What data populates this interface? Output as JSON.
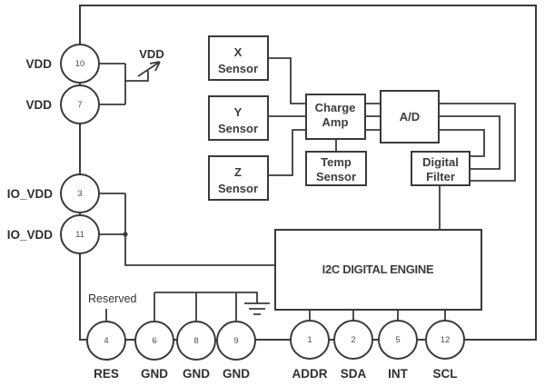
{
  "diagram": {
    "title_hidden": "",
    "colors": {
      "line": "#3a3a3a",
      "text": "#333333",
      "pin_num": "#4f4f4f",
      "background": "#ffffff"
    }
  },
  "blocks": {
    "x_sensor": {
      "line1": "X",
      "line2": "Sensor"
    },
    "y_sensor": {
      "line1": "Y",
      "line2": "Sensor"
    },
    "z_sensor": {
      "line1": "Z",
      "line2": "Sensor"
    },
    "charge_amp": {
      "line1": "Charge",
      "line2": "Amp"
    },
    "adc": {
      "label": "A/D"
    },
    "temp_sensor": {
      "line1": "Temp",
      "line2": "Sensor"
    },
    "digital_filter": {
      "line1": "Digital",
      "line2": "Filter"
    },
    "i2c_engine": {
      "label": "I2C DIGITAL ENGINE"
    }
  },
  "pins": {
    "left": [
      {
        "number": "10",
        "name": "VDD"
      },
      {
        "number": "7",
        "name": "VDD"
      },
      {
        "number": "3",
        "name": "IO_VDD"
      },
      {
        "number": "11",
        "name": "IO_VDD"
      }
    ],
    "bottom": [
      {
        "number": "4",
        "name": "RES"
      },
      {
        "number": "6",
        "name": "GND"
      },
      {
        "number": "8",
        "name": "GND"
      },
      {
        "number": "9",
        "name": "GND"
      },
      {
        "number": "1",
        "name": "ADDR"
      },
      {
        "number": "2",
        "name": "SDA"
      },
      {
        "number": "5",
        "name": "INT"
      },
      {
        "number": "12",
        "name": "SCL"
      }
    ]
  },
  "annotations": {
    "reserved": "Reserved",
    "vdd_supply": "VDD"
  }
}
